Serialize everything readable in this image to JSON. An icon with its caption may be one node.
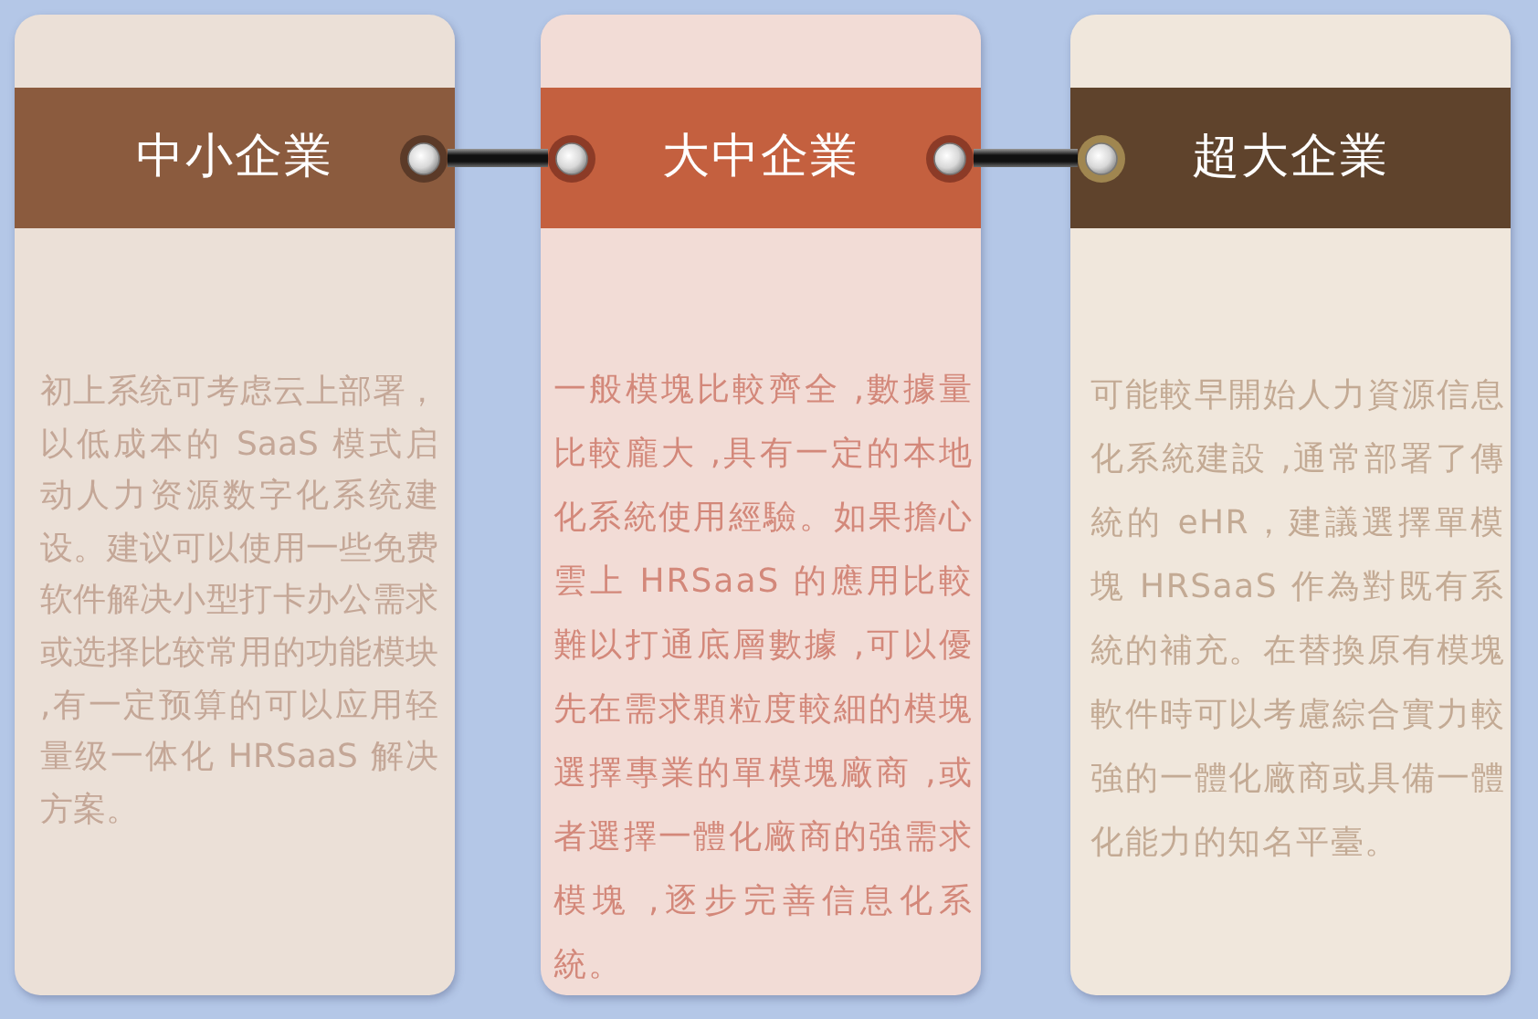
{
  "diagram": {
    "nodes": [
      {
        "text": [
          "中小企業",
          "初上系统可考虑云上部署，以低成本的 SaaS 模式启动人力资源数字化系统建设。建议可以使用一些免费软件解决小型打卡办公需求或选择比较常用的功能模块 ,有一定预算的可以应用轻量级一体化 HRSaaS 解决方案。"
        ]
      },
      {
        "text": [
          "大中企業",
          "一般模塊比較齊全 ,數據量比較龐大 ,具有一定的本地化系統使用經驗。如果擔心雲上 HRSaaS 的應用比較難以打通底層數據 ,可以優先在需求顆粒度較細的模塊選擇專業的單模塊廠商 ,或者選擇一體化廠商的強需求模塊 ,逐步完善信息化系統。"
        ]
      },
      {
        "text": [
          "超大企業",
          "可能較早開始人力資源信息化系統建設 ,通常部署了傳統的 eHR，建議選擇單模塊 HRSaaS 作為對既有系統的補充。在替換原有模塊軟件時可以考慮綜合實力較強的一體化廠商或具備一體化能力的知名平臺。"
        ]
      }
    ],
    "edges": [
      {
        "from": 0,
        "to": 1,
        "arrow": "none"
      },
      {
        "from": 1,
        "to": 2,
        "arrow": "none"
      }
    ]
  }
}
